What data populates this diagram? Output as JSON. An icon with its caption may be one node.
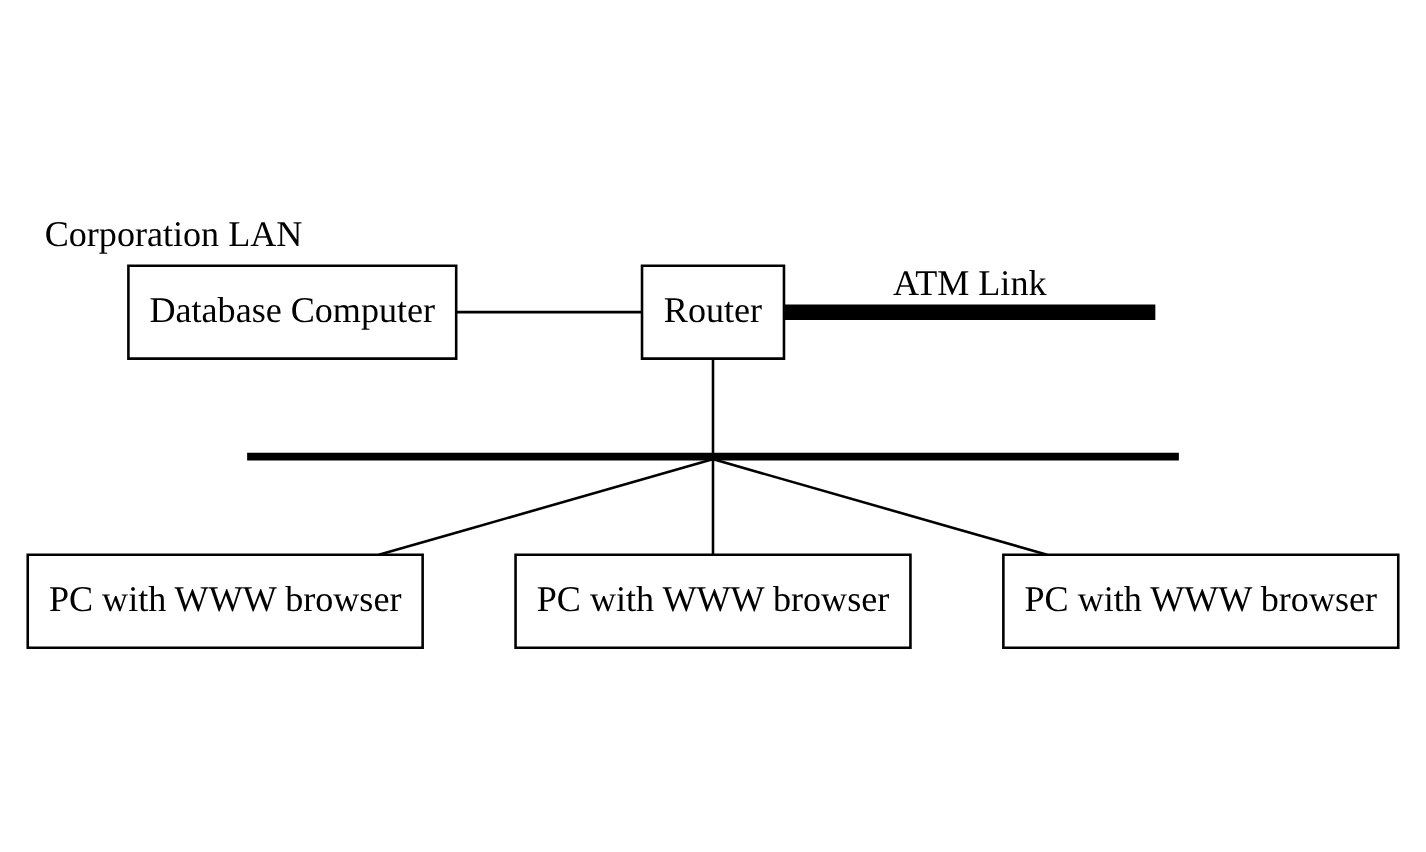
{
  "diagram": {
    "title": "Corporation LAN",
    "nodes": [
      {
        "text": [
          "Database Computer"
        ]
      },
      {
        "text": [
          "Router"
        ]
      },
      {
        "text": [],
        "shape": "bar"
      },
      {
        "text": [
          "PC with WWW browser"
        ]
      },
      {
        "text": [
          "PC with WWW browser"
        ]
      },
      {
        "text": [
          "PC with WWW browser"
        ]
      }
    ],
    "edges": [
      {
        "from": 0,
        "to": 1,
        "arrow": "none"
      },
      {
        "from": 1,
        "to": 2,
        "arrow": "none"
      },
      {
        "from": 2,
        "to": 3,
        "arrow": "none"
      },
      {
        "from": 2,
        "to": 4,
        "arrow": "none"
      },
      {
        "from": 2,
        "to": 5,
        "arrow": "none"
      },
      {
        "from": 1,
        "to": null,
        "arrow": "none",
        "style": "thick",
        "label": "ATM Link"
      }
    ]
  }
}
